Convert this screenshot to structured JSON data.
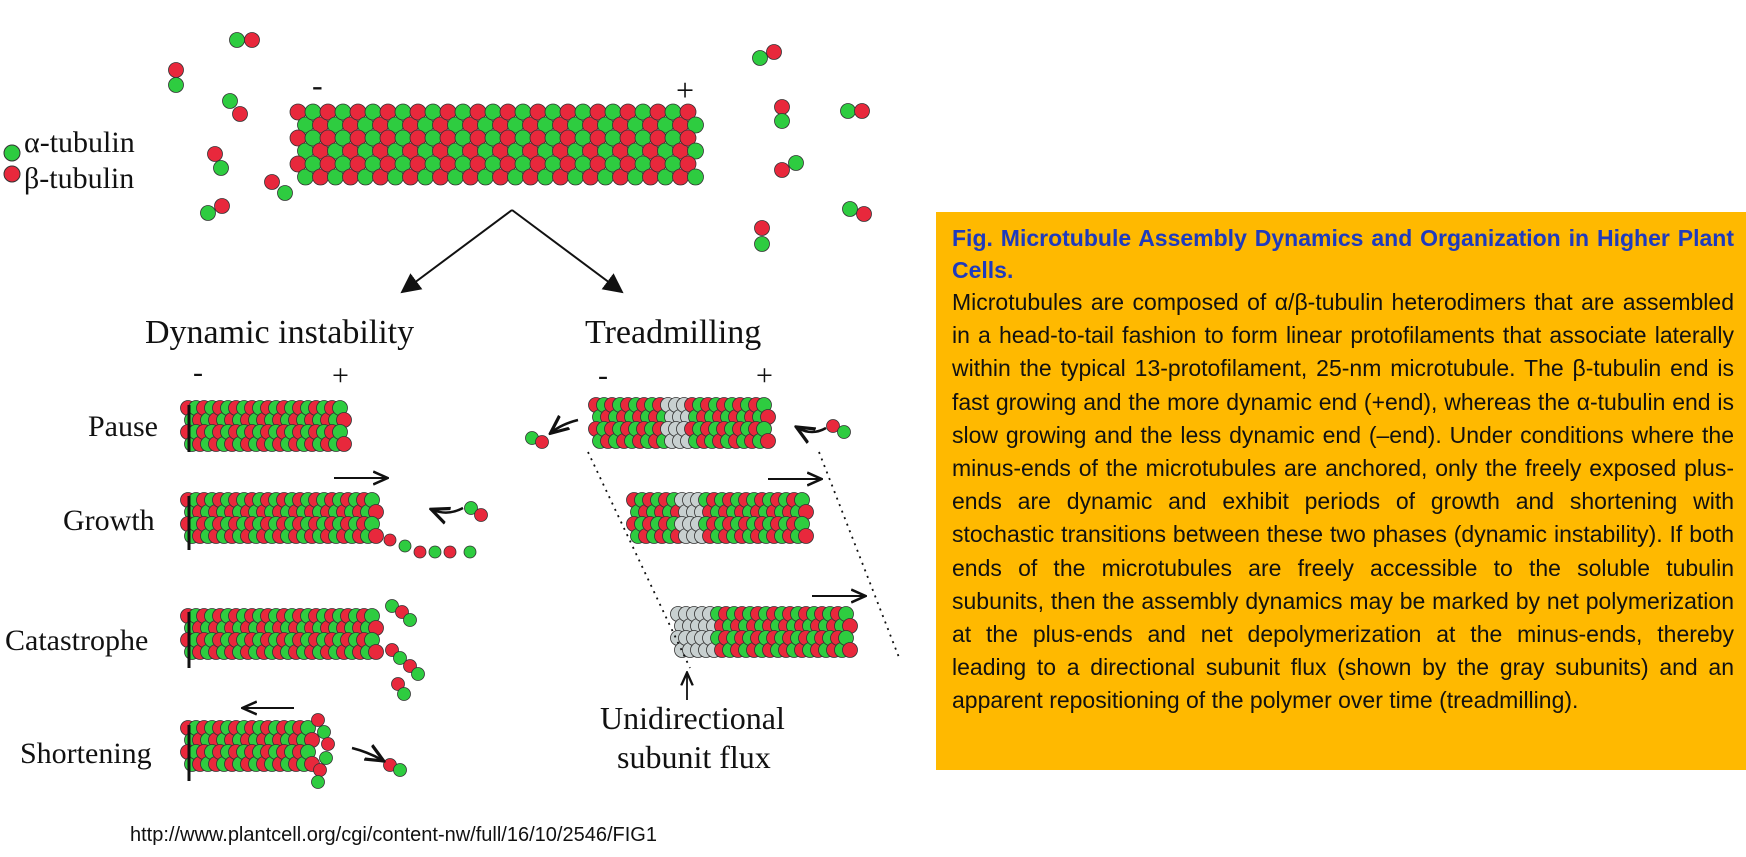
{
  "diagram": {
    "legend": {
      "alpha": "α-tubulin",
      "beta": "β-tubulin"
    },
    "top_minus": "-",
    "top_plus": "+",
    "left_panel": {
      "title": "Dynamic instability",
      "minus": "-",
      "plus": "+",
      "rows": [
        "Pause",
        "Growth",
        "Catastrophe",
        "Shortening"
      ]
    },
    "right_panel": {
      "title": "Treadmilling",
      "minus": "-",
      "plus": "+",
      "flux_label_line1": "Unidirectional",
      "flux_label_line2": "subunit flux"
    },
    "colors": {
      "alpha": "#2ecc40",
      "beta": "#e8283c",
      "gray": "#c8d0d0",
      "outline": "#333333"
    }
  },
  "caption": {
    "title": "Fig. Microtubule Assembly Dynamics and Organization in Higher Plant Cells.",
    "body": "Microtubules are composed of α/β-tubulin heterodimers that are assembled in a head-to-tail fashion to form linear protofilaments that associate laterally within the typical 13-protofilament, 25-nm microtubule. The β-tubulin end is fast growing and the more dynamic end (+end), whereas the α-tubulin end is slow growing and the less dynamic end (–end). Under conditions where the minus-ends of the microtubules are anchored, only the freely exposed plus-ends are dynamic and exhibit periods of growth and shortening with stochastic transitions between these two phases (dynamic instability). If both ends of the microtubules are freely accessible to the soluble tubulin subunits, then the assembly dynamics may be marked by net polymerization at the plus-ends and net depolymerization at the minus-ends, thereby leading to a directional subunit flux (shown by the gray subunits) and an apparent repositioning of the polymer over time (treadmilling).",
    "background": "#ffb900",
    "title_color": "#1f3bbd"
  },
  "source_url": "http://www.plantcell.org/cgi/content-nw/full/16/10/2546/FIG1"
}
